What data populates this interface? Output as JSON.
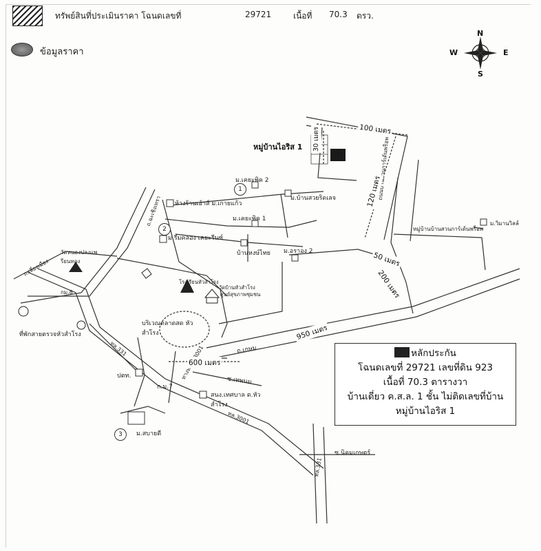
{
  "header": {
    "legend_hatch_label": "ทรัพย์สินที่ประเมินราคา โฉนดเลขที่",
    "deed_number": "29721",
    "area_label": "เนื้อที่",
    "area_value": "70.3",
    "area_unit": "ตรว.",
    "legend_dot_label": "ข้อมูลราคา"
  },
  "compass": {
    "north": "N",
    "south": "S",
    "east": "E",
    "west": "W"
  },
  "map_labels": {
    "village_title": "หมู่บ้านไอริส 1",
    "moo_k_park_2": "ม.เคยะพิค 2",
    "baan_suay": "ม.บ้านสวยริดเลจ",
    "mall": "ห้างร้านเฮ้าส์ ม.เกายแก้ว",
    "moo_k_park_1": "ม.เคยะพิค 1",
    "moo_green_house": "ม.รีมคลอง เคยะรีนซ์",
    "baan_thai": "บ้านหงษ์ไทย",
    "moo_aras_2": "ม.อราอง 2",
    "temple_left": "วัดหนองปลงแพรียนทอง",
    "market": "บริเวณตลาดสด หัวสำโรง",
    "police": "ที่พักสายตรวจหัวสำโรง",
    "school": "โรงเรียนหัวสำโรง",
    "temple_center": "วัดบ้านหัวสำโรง",
    "hospital": "ศูนย์สุขภาพชุมชน",
    "road_prefix_right": "หมู่บ้านบ้านสวนการ์เด้นพร็อพ",
    "moo_wiman": "ม.วิมานวิลล์",
    "road_vertical": "ถนนบ้านสวนการ์เด้นพร็อพ",
    "mart_7": "ก.ม.7",
    "pharmacy": "ปตท.",
    "municipality": "สนง.เทศบาล ต.หัวสำโรง",
    "moo_sabai": "ม.สบายดี",
    "road_rebat": "ซ.เทพนม",
    "road_kasem": "ถ.เกษม",
    "road_nikom": "ซ.นิคมเกษตร์",
    "road_331a": "ทล.331",
    "road_331b": "ทล.3001",
    "road_331c": "ทล.331",
    "road_bypass": "ทางหลวง 3001",
    "road_left": "ถ.เลี่ยงเมือง",
    "road_top_left": "ถ.ฉะเชิงเทรา",
    "km_label": "กม.8",
    "circle_1": "1",
    "circle_2": "2",
    "circle_3": "3"
  },
  "measurements": {
    "m100": "100 เมตร",
    "m30": "30 เมตร",
    "m120": "120 เมตร",
    "m50": "50 เมตร",
    "m200": "200 เมตร",
    "m950": "950 เมตร",
    "m600": "600 เมตร"
  },
  "infobox": {
    "title": "หลักประกัน",
    "line1": "โฉนดเลขที่ 29721 เลขที่ดิน 923",
    "line2": "เนื้อที่ 70.3 ตารางวา",
    "line3": "บ้านเดี่ยว ค.ส.ล. 1 ชั้น ไม่ติดเลขที่บ้าน",
    "line4": "หมู่บ้านไอริส 1"
  },
  "colors": {
    "ink": "#222222",
    "paper": "#fdfdfb",
    "property_fill": "#1a1a1a"
  }
}
